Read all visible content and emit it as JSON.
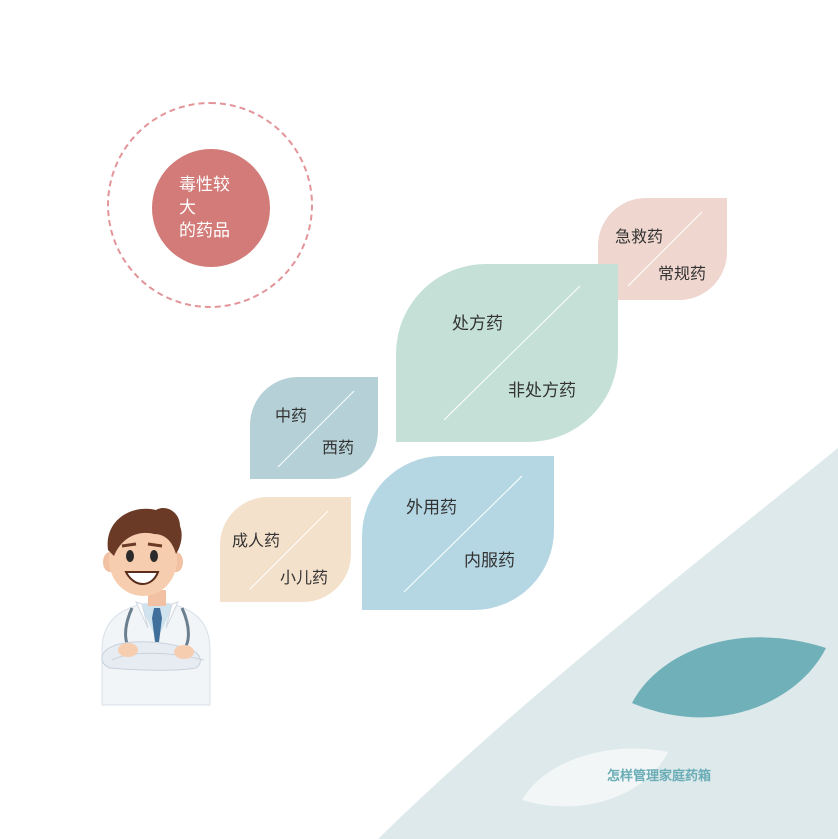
{
  "toxic": {
    "line1": "毒性较大",
    "line2": "的药品"
  },
  "categories": [
    {
      "id": "emergency",
      "top": "急救药",
      "bottom": "常规药",
      "color": "#efd6cf"
    },
    {
      "id": "prescription",
      "top": "处方药",
      "bottom": "非处方药",
      "color": "#c4e0d7"
    },
    {
      "id": "chinese",
      "top": "中药",
      "bottom": "西药",
      "color": "#b5d0d6"
    },
    {
      "id": "external",
      "top": "外用药",
      "bottom": "内服药",
      "color": "#b5d7e3"
    },
    {
      "id": "adult",
      "top": "成人药",
      "bottom": "小儿药",
      "color": "#f4e1cb"
    }
  ],
  "footer": {
    "title": "怎样管理家庭药箱"
  },
  "colors": {
    "accent_teal": "#6fb0b9",
    "background_curve": "#dde9ea",
    "toxic_red": "#d27b78"
  }
}
